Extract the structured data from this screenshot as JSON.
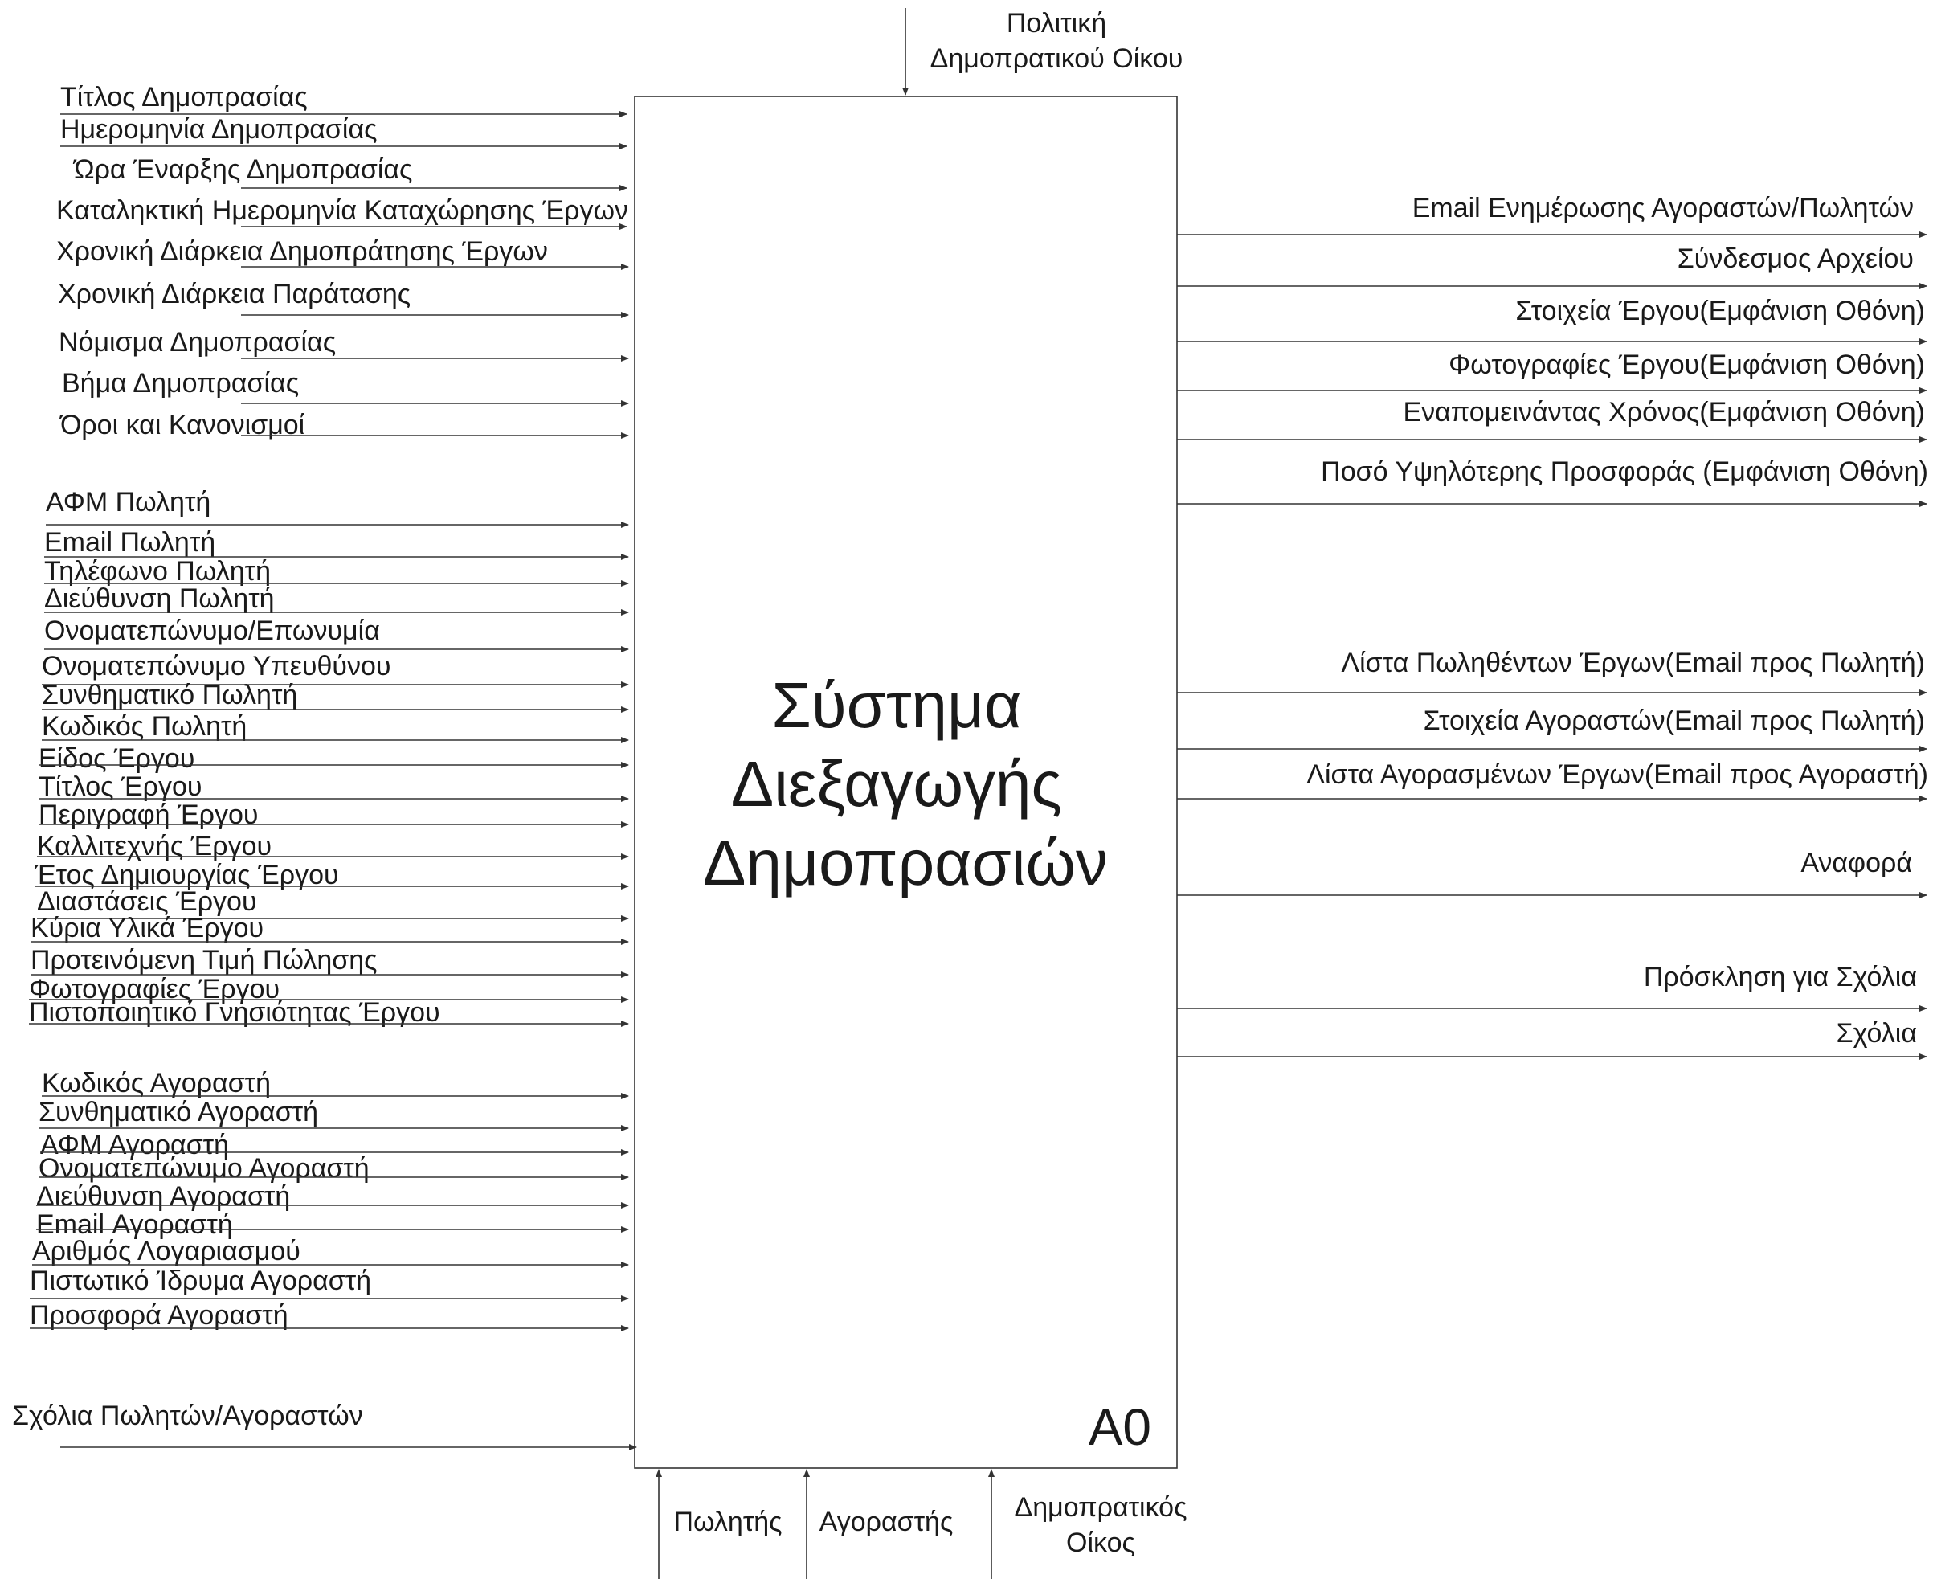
{
  "node": {
    "title_lines": [
      "Σύστημα",
      "Διεξαγωγής",
      "Δημοπρασιών"
    ],
    "id": "A0"
  },
  "controls": [
    {
      "lines": [
        "Πολιτική",
        "Δημοπρατικού Οίκου"
      ]
    }
  ],
  "inputs": [
    {
      "label": "Τίτλος Δημοπρασίας"
    },
    {
      "label": "Ημερομηνία Δημοπρασίας"
    },
    {
      "label": "Ώρα Έναρξης Δημοπρασίας"
    },
    {
      "label": "Καταληκτική Ημερομηνία Καταχώρησης Έργων"
    },
    {
      "label": "Χρονική Διάρκεια Δημοπράτησης Έργων"
    },
    {
      "label": "Χρονική Διάρκεια Παράτασης"
    },
    {
      "label": "Νόμισμα Δημοπρασίας"
    },
    {
      "label": "Βήμα Δημοπρασίας"
    },
    {
      "label": "Όροι και Κανονισμοί"
    },
    {
      "label": "ΑΦΜ Πωλητή"
    },
    {
      "label": "Email Πωλητή"
    },
    {
      "label": "Τηλέφωνο Πωλητή"
    },
    {
      "label": "Διεύθυνση Πωλητή"
    },
    {
      "label": "Ονοματεπώνυμο/Επωνυμία"
    },
    {
      "label": "Ονοματεπώνυμο Υπευθύνου"
    },
    {
      "label": "Συνθηματικό Πωλητή"
    },
    {
      "label": "Κωδικός Πωλητή"
    },
    {
      "label": "Είδος Έργου"
    },
    {
      "label": "Τίτλος Έργου"
    },
    {
      "label": "Περιγραφή Έργου"
    },
    {
      "label": "Καλλιτεχνής Έργου"
    },
    {
      "label": "Έτος Δημιουργίας Έργου"
    },
    {
      "label": "Διαστάσεις Έργου"
    },
    {
      "label": "Κύρια Υλικά Έργου"
    },
    {
      "label": "Προτεινόμενη Τιμή Πώλησης"
    },
    {
      "label": "Φωτογραφίες Έργου"
    },
    {
      "label": "Πιστοποιητικό Γνησιότητας Έργου"
    },
    {
      "label": "Κωδικός Αγοραστή"
    },
    {
      "label": "Συνθηματικό Αγοραστή"
    },
    {
      "label": "ΑΦΜ Αγοραστή"
    },
    {
      "label": "Ονοματεπώνυμο Αγοραστή"
    },
    {
      "label": "Διεύθυνση Αγοραστή"
    },
    {
      "label": "Email Αγοραστή"
    },
    {
      "label": "Αριθμός Λογαριασμού"
    },
    {
      "label": "Πιστωτικό Ίδρυμα Αγοραστή"
    },
    {
      "label": "Προσφορά Αγοραστή"
    },
    {
      "label": "Σχόλια Πωλητών/Αγοραστών"
    }
  ],
  "outputs": [
    {
      "label": "Email Ενημέρωσης Αγοραστών/Πωλητών"
    },
    {
      "label": "Σύνδεσμος Αρχείου"
    },
    {
      "label": "Στοιχεία Έργου(Εμφάνιση Οθόνη)"
    },
    {
      "label": "Φωτογραφίες Έργου(Εμφάνιση Οθόνη)"
    },
    {
      "label": "Εναπομεινάντας Χρόνος(Εμφάνιση Οθόνη)"
    },
    {
      "label": "Ποσό Υψηλότερης Προσφοράς (Εμφάνιση Οθόνη)"
    },
    {
      "label": "Λίστα Πωληθέντων Έργων(Email προς Πωλητή)"
    },
    {
      "label": "Στοιχεία Αγοραστών(Email προς Πωλητή)"
    },
    {
      "label": "Λίστα Αγορασμένων Έργων(Email προς Αγοραστή)"
    },
    {
      "label": "Αναφορά"
    },
    {
      "label": "Πρόσκληση για Σχόλια"
    },
    {
      "label": "Σχόλια"
    }
  ],
  "mechanisms": [
    {
      "lines": [
        "Πωλητής"
      ]
    },
    {
      "lines": [
        "Αγοραστής"
      ]
    },
    {
      "lines": [
        "Δημοπρατικός",
        "Οίκος"
      ]
    }
  ]
}
